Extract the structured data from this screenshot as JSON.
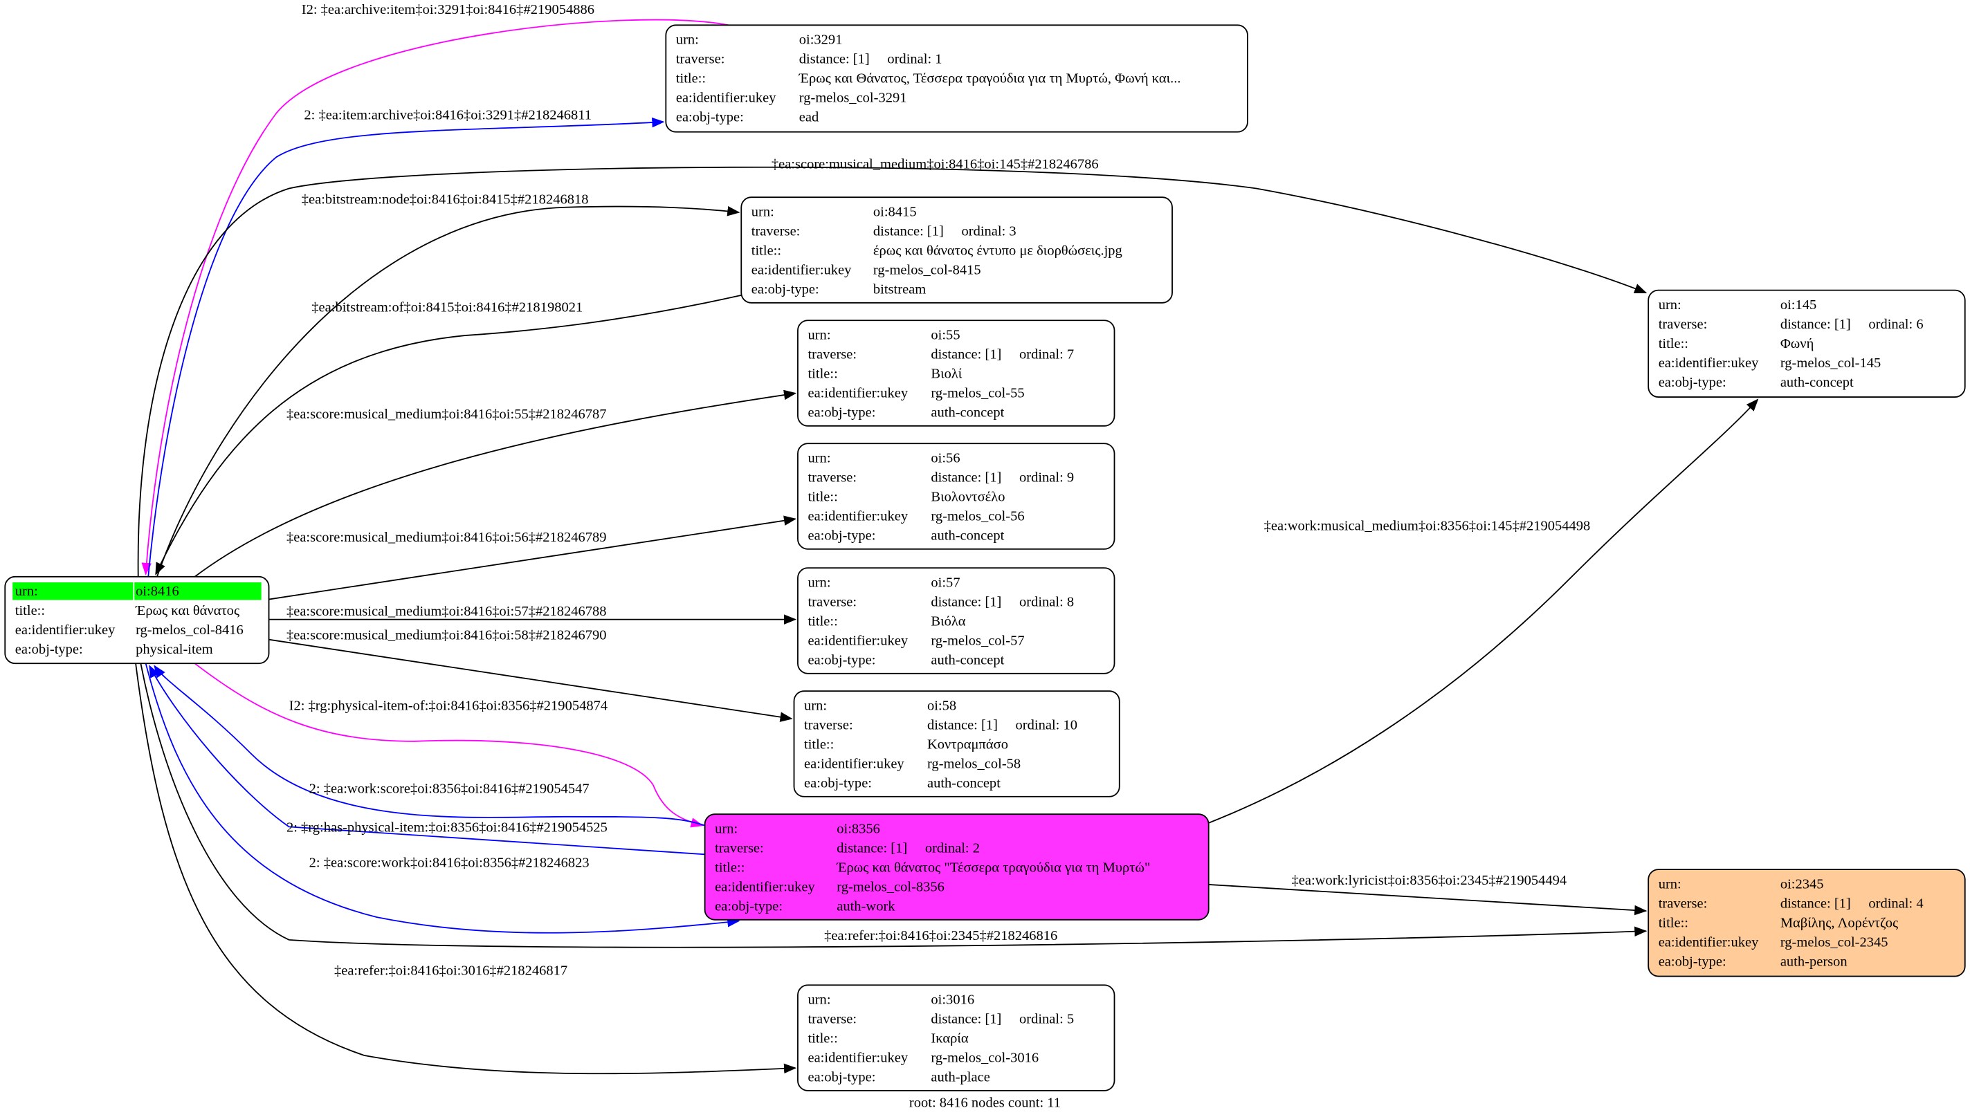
{
  "colors": {
    "root_highlight": "#00ff00",
    "work_node": "#ff33ff",
    "person_node": "#ffcc99",
    "default_node": "#ffffff",
    "edge_black": "#000000",
    "edge_blue": "#0000ff",
    "edge_magenta": "#ff00ff"
  },
  "nodes": [
    {
      "id": "oi:8416",
      "fill": "#ffffff",
      "root": true,
      "rows": [
        [
          "urn:",
          "oi:8416"
        ],
        [
          "title::",
          "Έρως και θάνατος"
        ],
        [
          "ea:identifier:ukey",
          "rg-melos_col-8416"
        ],
        [
          "ea:obj-type:",
          "physical-item"
        ]
      ]
    },
    {
      "id": "oi:3291",
      "fill": "#ffffff",
      "rows": [
        [
          "urn:",
          "oi:3291"
        ],
        [
          "traverse:",
          "distance: [1]     ordinal: 1"
        ],
        [
          "title::",
          "Έρως και Θάνατος, Τέσσερα τραγούδια για τη Μυρτώ, Φωνή και..."
        ],
        [
          "ea:identifier:ukey",
          "rg-melos_col-3291"
        ],
        [
          "ea:obj-type:",
          "ead"
        ]
      ]
    },
    {
      "id": "oi:8415",
      "fill": "#ffffff",
      "rows": [
        [
          "urn:",
          "oi:8415"
        ],
        [
          "traverse:",
          "distance: [1]     ordinal: 3"
        ],
        [
          "title::",
          "έρως και θάνατος έντυπο με διορθώσεις.jpg"
        ],
        [
          "ea:identifier:ukey",
          "rg-melos_col-8415"
        ],
        [
          "ea:obj-type:",
          "bitstream"
        ]
      ]
    },
    {
      "id": "oi:145",
      "fill": "#ffffff",
      "rows": [
        [
          "urn:",
          "oi:145"
        ],
        [
          "traverse:",
          "distance: [1]     ordinal: 6"
        ],
        [
          "title::",
          "Φωνή"
        ],
        [
          "ea:identifier:ukey",
          "rg-melos_col-145"
        ],
        [
          "ea:obj-type:",
          "auth-concept"
        ]
      ]
    },
    {
      "id": "oi:55",
      "fill": "#ffffff",
      "rows": [
        [
          "urn:",
          "oi:55"
        ],
        [
          "traverse:",
          "distance: [1]     ordinal: 7"
        ],
        [
          "title::",
          "Βιολί"
        ],
        [
          "ea:identifier:ukey",
          "rg-melos_col-55"
        ],
        [
          "ea:obj-type:",
          "auth-concept"
        ]
      ]
    },
    {
      "id": "oi:56",
      "fill": "#ffffff",
      "rows": [
        [
          "urn:",
          "oi:56"
        ],
        [
          "traverse:",
          "distance: [1]     ordinal: 9"
        ],
        [
          "title::",
          "Βιολοντσέλο"
        ],
        [
          "ea:identifier:ukey",
          "rg-melos_col-56"
        ],
        [
          "ea:obj-type:",
          "auth-concept"
        ]
      ]
    },
    {
      "id": "oi:57",
      "fill": "#ffffff",
      "rows": [
        [
          "urn:",
          "oi:57"
        ],
        [
          "traverse:",
          "distance: [1]     ordinal: 8"
        ],
        [
          "title::",
          "Βιόλα"
        ],
        [
          "ea:identifier:ukey",
          "rg-melos_col-57"
        ],
        [
          "ea:obj-type:",
          "auth-concept"
        ]
      ]
    },
    {
      "id": "oi:58",
      "fill": "#ffffff",
      "rows": [
        [
          "urn:",
          "oi:58"
        ],
        [
          "traverse:",
          "distance: [1]     ordinal: 10"
        ],
        [
          "title::",
          "Κοντραμπάσο"
        ],
        [
          "ea:identifier:ukey",
          "rg-melos_col-58"
        ],
        [
          "ea:obj-type:",
          "auth-concept"
        ]
      ]
    },
    {
      "id": "oi:8356",
      "fill": "#ff33ff",
      "rows": [
        [
          "urn:",
          "oi:8356"
        ],
        [
          "traverse:",
          "distance: [1]     ordinal: 2"
        ],
        [
          "title::",
          "Έρως και θάνατος \"Τέσσερα τραγούδια για τη Μυρτώ\""
        ],
        [
          "ea:identifier:ukey",
          "rg-melos_col-8356"
        ],
        [
          "ea:obj-type:",
          "auth-work"
        ]
      ]
    },
    {
      "id": "oi:2345",
      "fill": "#ffcc99",
      "rows": [
        [
          "urn:",
          "oi:2345"
        ],
        [
          "traverse:",
          "distance: [1]     ordinal: 4"
        ],
        [
          "title::",
          "Μαβίλης, Λορέντζος"
        ],
        [
          "ea:identifier:ukey",
          "rg-melos_col-2345"
        ],
        [
          "ea:obj-type:",
          "auth-person"
        ]
      ]
    },
    {
      "id": "oi:3016",
      "fill": "#ffffff",
      "rows": [
        [
          "urn:",
          "oi:3016"
        ],
        [
          "traverse:",
          "distance: [1]     ordinal: 5"
        ],
        [
          "title::",
          "Ικαρία"
        ],
        [
          "ea:identifier:ukey",
          "rg-melos_col-3016"
        ],
        [
          "ea:obj-type:",
          "auth-place"
        ]
      ]
    }
  ],
  "edges": [
    {
      "label": "I2: ‡ea:archive:item‡oi:3291‡oi:8416‡#219054886",
      "color": "#ff00ff"
    },
    {
      "label": "2: ‡ea:item:archive‡oi:8416‡oi:3291‡#218246811",
      "color": "#0000ff"
    },
    {
      "label": "‡ea:score:musical_medium‡oi:8416‡oi:145‡#218246786",
      "color": "#000000"
    },
    {
      "label": "‡ea:bitstream:node‡oi:8416‡oi:8415‡#218246818",
      "color": "#000000"
    },
    {
      "label": "‡ea:bitstream:of‡oi:8415‡oi:8416‡#218198021",
      "color": "#000000"
    },
    {
      "label": "‡ea:score:musical_medium‡oi:8416‡oi:55‡#218246787",
      "color": "#000000"
    },
    {
      "label": "‡ea:score:musical_medium‡oi:8416‡oi:56‡#218246789",
      "color": "#000000"
    },
    {
      "label": "‡ea:score:musical_medium‡oi:8416‡oi:57‡#218246788",
      "color": "#000000"
    },
    {
      "label": "‡ea:score:musical_medium‡oi:8416‡oi:58‡#218246790",
      "color": "#000000"
    },
    {
      "label": "I2: ‡rg:physical-item-of:‡oi:8416‡oi:8356‡#219054874",
      "color": "#ff00ff"
    },
    {
      "label": "2: ‡ea:work:score‡oi:8356‡oi:8416‡#219054547",
      "color": "#0000ff"
    },
    {
      "label": "2: ‡rg:has-physical-item:‡oi:8356‡oi:8416‡#219054525",
      "color": "#0000ff"
    },
    {
      "label": "2: ‡ea:score:work‡oi:8416‡oi:8356‡#218246823",
      "color": "#0000ff"
    },
    {
      "label": "‡ea:work:musical_medium‡oi:8356‡oi:145‡#219054498",
      "color": "#000000"
    },
    {
      "label": "‡ea:work:lyricist‡oi:8356‡oi:2345‡#219054494",
      "color": "#000000"
    },
    {
      "label": "‡ea:refer:‡oi:8416‡oi:2345‡#218246816",
      "color": "#000000"
    },
    {
      "label": "‡ea:refer:‡oi:8416‡oi:3016‡#218246817",
      "color": "#000000"
    }
  ],
  "footer": "root: 8416 nodes count: 11"
}
